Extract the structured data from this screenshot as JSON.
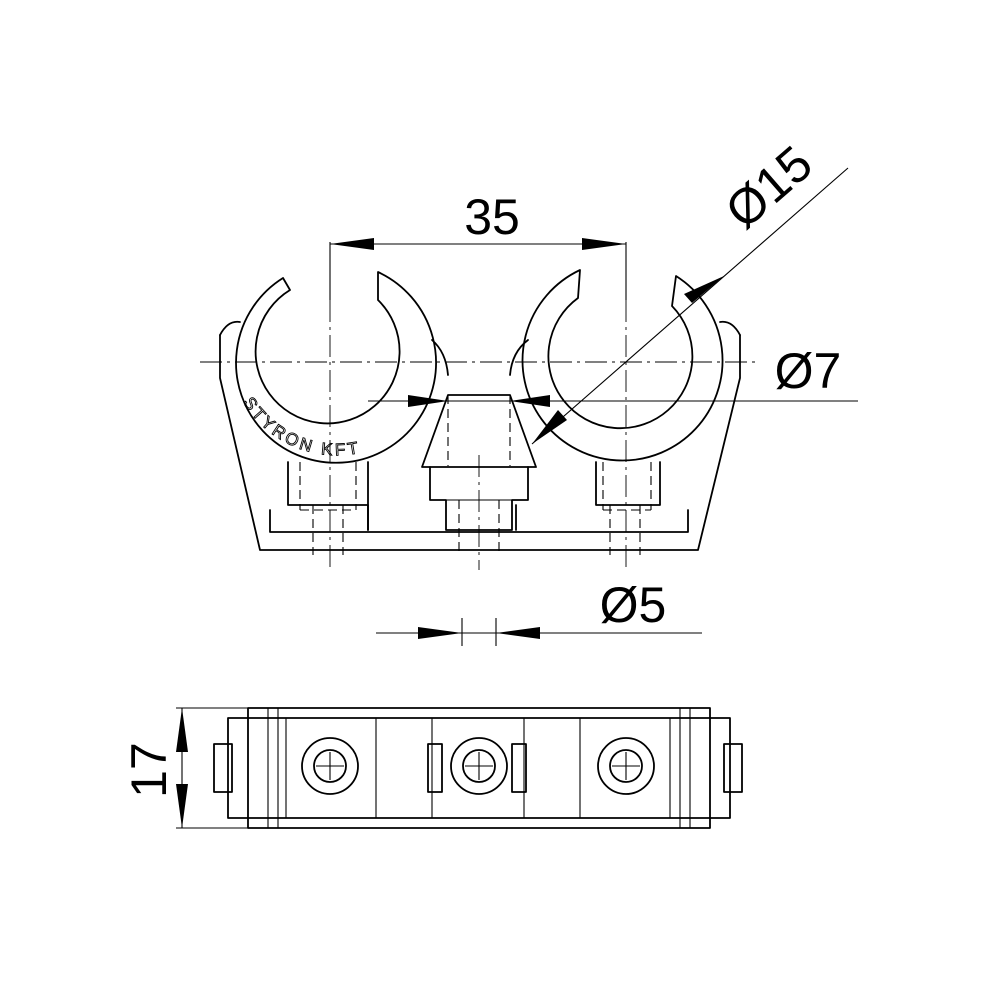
{
  "drawing": {
    "dimensions": {
      "spacing": "35",
      "tube_diameter": "Ø15",
      "inner_diameter": "Ø7",
      "hole_diameter": "Ø5",
      "height": "17"
    },
    "stamp": "STYRON KFT"
  }
}
